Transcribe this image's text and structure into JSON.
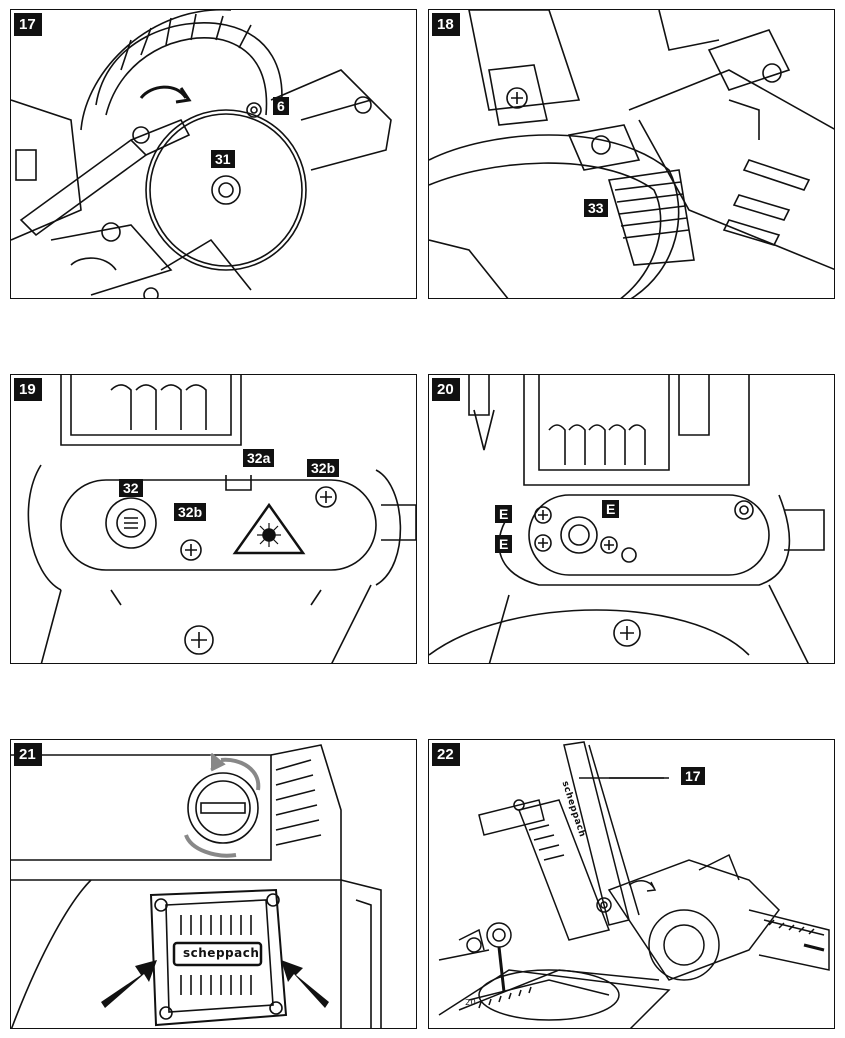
{
  "figures": [
    {
      "number": "17",
      "callouts": [
        "6",
        "31"
      ]
    },
    {
      "number": "18",
      "callouts": [
        "33"
      ]
    },
    {
      "number": "19",
      "callouts": [
        "32",
        "32a",
        "32b",
        "32b"
      ]
    },
    {
      "number": "20",
      "callouts": [
        "E",
        "E",
        "E"
      ]
    },
    {
      "number": "21",
      "brand": "scheppach"
    },
    {
      "number": "22",
      "callouts": [
        "17"
      ],
      "brand": "scheppach",
      "scale_mark": "20"
    }
  ],
  "icons": [
    "circular-saw-blade-icon",
    "rotation-arrow-icon",
    "phillips-screw-icon",
    "laser-warning-icon",
    "push-arrow-icon"
  ]
}
